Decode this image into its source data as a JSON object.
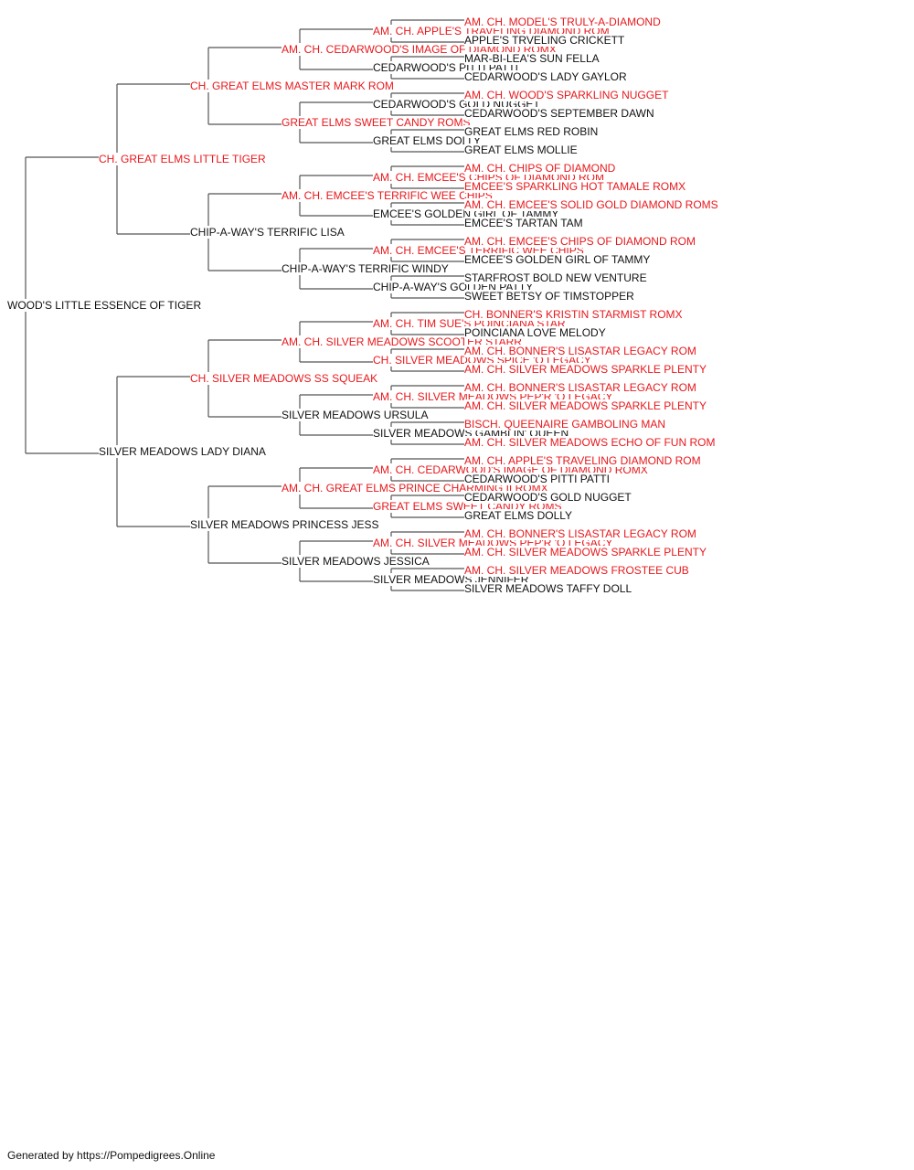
{
  "footer": "Generated by https://Pompedigrees.Online",
  "colors": {
    "champion": "#e8181c",
    "regular": "#111111",
    "line": "#555555"
  },
  "pedigree": {
    "name": "WOOD'S LITTLE ESSENCE OF TIGER",
    "champion": false,
    "sire": {
      "name": "CH. GREAT ELMS LITTLE TIGER",
      "champion": true,
      "sire": {
        "name": "CH. GREAT ELMS MASTER MARK ROM",
        "champion": true,
        "sire": {
          "name": "AM. CH. CEDARWOOD'S IMAGE OF DIAMOND ROMX",
          "champion": true,
          "sire": {
            "name": "AM. CH. APPLE'S TRAVELING DIAMOND ROM",
            "champion": true,
            "sire": {
              "name": "AM. CH. MODEL'S TRULY-A-DIAMOND",
              "champion": true
            },
            "dam": {
              "name": "APPLE'S TRVELING CRICKETT",
              "champion": false
            }
          },
          "dam": {
            "name": "CEDARWOOD'S PITTI PATTI",
            "champion": false,
            "sire": {
              "name": "MAR-BI-LEA'S SUN FELLA",
              "champion": false
            },
            "dam": {
              "name": "CEDARWOOD'S LADY GAYLOR",
              "champion": false
            }
          }
        },
        "dam": {
          "name": "GREAT ELMS SWEET CANDY ROMS",
          "champion": true,
          "sire": {
            "name": "CEDARWOOD'S GOLD NUGGET",
            "champion": false,
            "sire": {
              "name": "AM. CH. WOOD'S SPARKLING NUGGET",
              "champion": true
            },
            "dam": {
              "name": "CEDARWOOD'S SEPTEMBER DAWN",
              "champion": false
            }
          },
          "dam": {
            "name": "GREAT ELMS DOLLY",
            "champion": false,
            "sire": {
              "name": "GREAT ELMS RED ROBIN",
              "champion": false
            },
            "dam": {
              "name": "GREAT ELMS MOLLIE",
              "champion": false
            }
          }
        }
      },
      "dam": {
        "name": "CHIP-A-WAY'S TERRIFIC LISA",
        "champion": false,
        "sire": {
          "name": "AM. CH. EMCEE'S TERRIFIC WEE CHIPS",
          "champion": true,
          "sire": {
            "name": "AM. CH. EMCEE'S CHIPS OF DIAMOND ROM",
            "champion": true,
            "sire": {
              "name": "AM. CH. CHIPS OF DIAMOND",
              "champion": true
            },
            "dam": {
              "name": "EMCEE'S SPARKLING HOT TAMALE ROMX",
              "champion": true
            }
          },
          "dam": {
            "name": "EMCEE'S GOLDEN GIRL OF TAMMY",
            "champion": false,
            "sire": {
              "name": "AM. CH. EMCEE'S SOLID GOLD DIAMOND ROMS",
              "champion": true
            },
            "dam": {
              "name": "EMCEE'S TARTAN TAM",
              "champion": false
            }
          }
        },
        "dam": {
          "name": "CHIP-A-WAY'S TERRIFIC WINDY",
          "champion": false,
          "sire": {
            "name": "AM. CH. EMCEE'S TERRIFIC WEE CHIPS",
            "champion": true,
            "sire": {
              "name": "AM. CH. EMCEE'S CHIPS OF DIAMOND ROM",
              "champion": true
            },
            "dam": {
              "name": "EMCEE'S GOLDEN GIRL OF TAMMY",
              "champion": false
            }
          },
          "dam": {
            "name": "CHIP-A-WAY'S GOLDEN PATTY",
            "champion": false,
            "sire": {
              "name": "STARFROST BOLD NEW VENTURE",
              "champion": false
            },
            "dam": {
              "name": "SWEET BETSY OF TIMSTOPPER",
              "champion": false
            }
          }
        }
      }
    },
    "dam": {
      "name": "SILVER MEADOWS LADY DIANA",
      "champion": false,
      "sire": {
        "name": "CH. SILVER MEADOWS SS SQUEAK",
        "champion": true,
        "sire": {
          "name": "AM. CH. SILVER MEADOWS SCOOTER STARR",
          "champion": true,
          "sire": {
            "name": "AM. CH. TIM SUE'S POINCIANA STAR",
            "champion": true,
            "sire": {
              "name": "CH. BONNER'S KRISTIN STARMIST ROMX",
              "champion": true
            },
            "dam": {
              "name": "POINCIANA LOVE MELODY",
              "champion": false
            }
          },
          "dam": {
            "name": "CH. SILVER MEADOWS SPICE 'O LEGACY",
            "champion": true,
            "sire": {
              "name": "AM. CH. BONNER'S LISASTAR LEGACY ROM",
              "champion": true
            },
            "dam": {
              "name": "AM. CH. SILVER MEADOWS SPARKLE PLENTY",
              "champion": true
            }
          }
        },
        "dam": {
          "name": "SILVER MEADOWS URSULA",
          "champion": false,
          "sire": {
            "name": "AM. CH. SILVER MEADOWS PEP'R 'O LEGACY",
            "champion": true,
            "sire": {
              "name": "AM. CH. BONNER'S LISASTAR LEGACY ROM",
              "champion": true
            },
            "dam": {
              "name": "AM. CH. SILVER MEADOWS SPARKLE PLENTY",
              "champion": true
            }
          },
          "dam": {
            "name": "SILVER MEADOWS GAMBLIN' QUEEN",
            "champion": false,
            "sire": {
              "name": "BISCH. QUEENAIRE GAMBOLING MAN",
              "champion": true
            },
            "dam": {
              "name": "AM. CH. SILVER MEADOWS ECHO OF FUN ROM",
              "champion": true
            }
          }
        }
      },
      "dam": {
        "name": "SILVER MEADOWS PRINCESS JESS",
        "champion": false,
        "sire": {
          "name": "AM. CH. GREAT ELMS PRINCE CHARMING II ROMX",
          "champion": true,
          "sire": {
            "name": "AM. CH. CEDARWOOD'S IMAGE OF DIAMOND ROMX",
            "champion": true,
            "sire": {
              "name": "AM. CH. APPLE'S TRAVELING DIAMOND ROM",
              "champion": true
            },
            "dam": {
              "name": "CEDARWOOD'S PITTI PATTI",
              "champion": false
            }
          },
          "dam": {
            "name": "GREAT ELMS SWEET CANDY ROMS",
            "champion": true,
            "sire": {
              "name": "CEDARWOOD'S GOLD NUGGET",
              "champion": false
            },
            "dam": {
              "name": "GREAT ELMS DOLLY",
              "champion": false
            }
          }
        },
        "dam": {
          "name": "SILVER MEADOWS JESSICA",
          "champion": false,
          "sire": {
            "name": "AM. CH. SILVER MEADOWS PEP'R 'O LEGACY",
            "champion": true,
            "sire": {
              "name": "AM. CH. BONNER'S LISASTAR LEGACY ROM",
              "champion": true
            },
            "dam": {
              "name": "AM. CH. SILVER MEADOWS SPARKLE PLENTY",
              "champion": true
            }
          },
          "dam": {
            "name": "SILVER MEADOWS JENNIFER",
            "champion": false,
            "sire": {
              "name": "AM. CH. SILVER MEADOWS FROSTEE CUB",
              "champion": true
            },
            "dam": {
              "name": "SILVER MEADOWS TAFFY DOLL",
              "champion": false
            }
          }
        }
      }
    }
  }
}
